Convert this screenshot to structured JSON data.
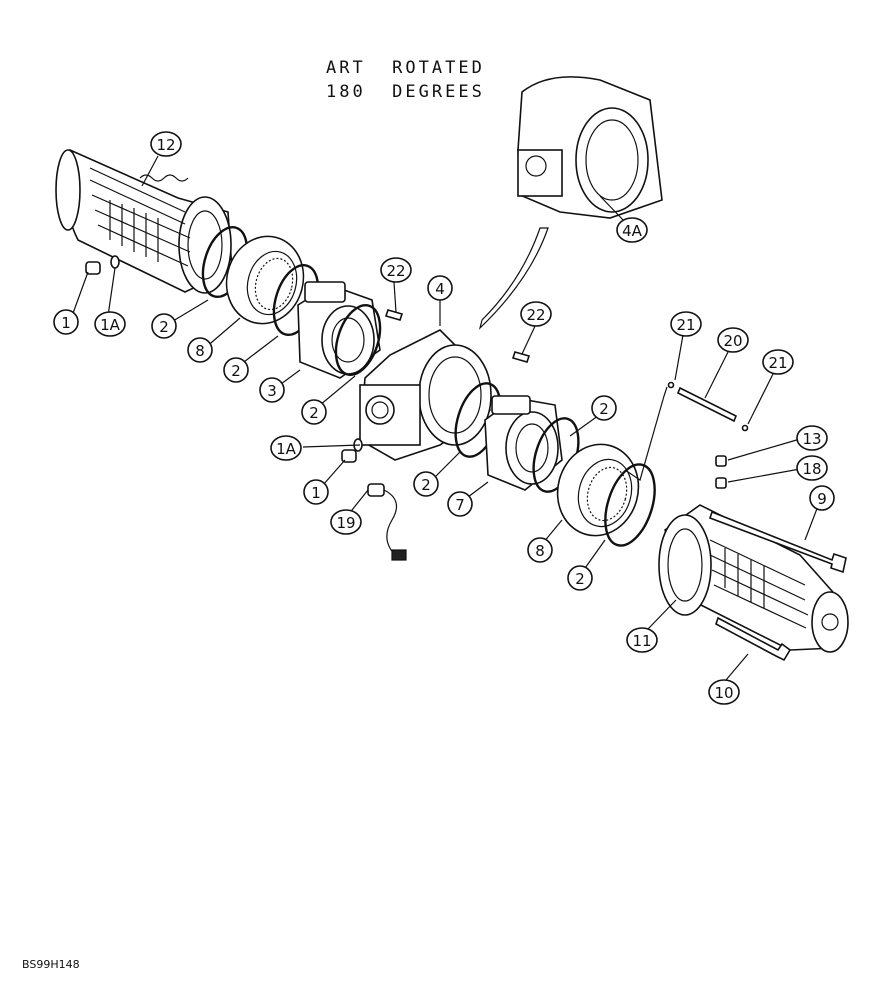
{
  "note": {
    "line1": "ART  ROTATED",
    "line2": "180  DEGREES"
  },
  "figure_id": "BS99H148",
  "callouts": [
    {
      "id": "12",
      "label": "12"
    },
    {
      "id": "4A",
      "label": "4A"
    },
    {
      "id": "1",
      "label": "1"
    },
    {
      "id": "1A",
      "label": "1A"
    },
    {
      "id": "2",
      "label": "2"
    },
    {
      "id": "8",
      "label": "8"
    },
    {
      "id": "22",
      "label": "22"
    },
    {
      "id": "4",
      "label": "4"
    },
    {
      "id": "3",
      "label": "3"
    },
    {
      "id": "21",
      "label": "21"
    },
    {
      "id": "20",
      "label": "20"
    },
    {
      "id": "13",
      "label": "13"
    },
    {
      "id": "18",
      "label": "18"
    },
    {
      "id": "9",
      "label": "9"
    },
    {
      "id": "7",
      "label": "7"
    },
    {
      "id": "19",
      "label": "19"
    },
    {
      "id": "11",
      "label": "11"
    },
    {
      "id": "10",
      "label": "10"
    }
  ]
}
